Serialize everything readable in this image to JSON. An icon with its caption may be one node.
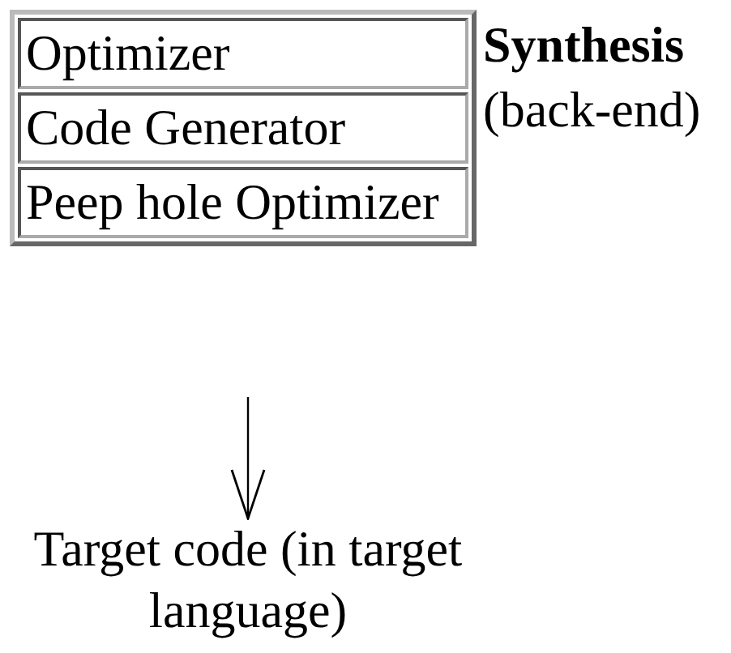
{
  "diagram": {
    "nodes": [
      {
        "text": [],
        "shape": "box",
        "beside": [
          "**Synthesis**",
          "(back-end)"
        ]
      },
      {
        "text": [
          "Optimizer"
        ],
        "in": 0
      },
      {
        "text": [
          "Code Generator"
        ],
        "in": 0
      },
      {
        "text": [
          "Peep hole Optimizer"
        ],
        "in": 0
      },
      {
        "text": [
          "Target code (in target language)"
        ]
      }
    ],
    "edges": [
      {
        "from": null,
        "to": 4,
        "arrow": "to"
      }
    ]
  }
}
